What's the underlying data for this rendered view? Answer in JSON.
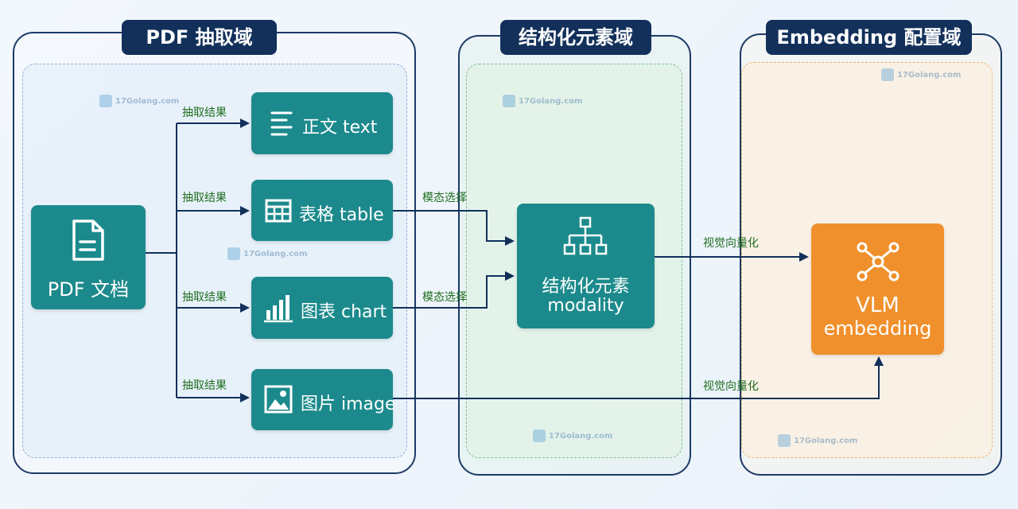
{
  "domains": {
    "pdf": {
      "title": "PDF 抽取域"
    },
    "structured": {
      "title": "结构化元素域"
    },
    "embedding": {
      "title": "Embedding 配置域"
    }
  },
  "nodes": {
    "pdf_doc": {
      "label": "PDF 文档",
      "icon": "document-icon"
    },
    "text": {
      "label": "正文 text",
      "icon": "text-lines-icon"
    },
    "table": {
      "label": "表格 table",
      "icon": "table-grid-icon"
    },
    "chart": {
      "label": "图表 chart",
      "icon": "bar-chart-icon"
    },
    "image": {
      "label": "图片 image",
      "icon": "image-icon"
    },
    "modality": {
      "label_line1": "结构化元素",
      "label_line2": "modality",
      "icon": "hierarchy-icon"
    },
    "vlm": {
      "label_line1": "VLM",
      "label_line2": "embedding",
      "icon": "network-icon"
    }
  },
  "edges": {
    "extract_text": "抽取结果",
    "extract_table": "抽取结果",
    "extract_chart": "抽取结果",
    "extract_image": "抽取结果",
    "select_table": "模态选择",
    "select_chart": "模态选择",
    "vectorize_modality": "视觉向量化",
    "vectorize_image": "视觉向量化"
  },
  "watermark": "17Golang.com",
  "colors": {
    "domain_title_bg": "#12305a",
    "node_teal": "#1c8a8c",
    "node_orange": "#f0902c",
    "arrow": "#12305a",
    "edge_label": "#1f6e1f"
  }
}
